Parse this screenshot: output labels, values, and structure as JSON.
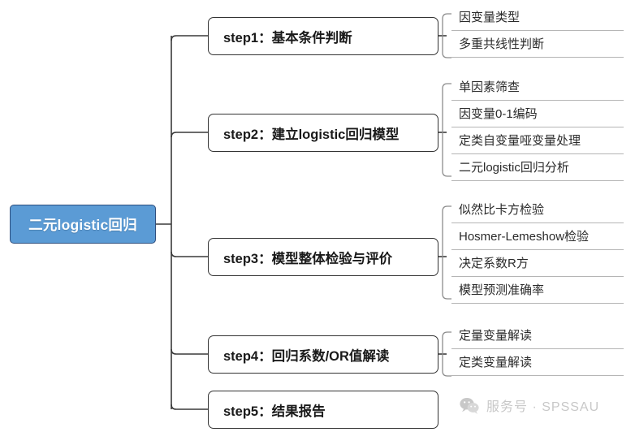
{
  "diagram": {
    "type": "mindmap",
    "title": "二元logistic回归",
    "root": {
      "label": "二元logistic回归",
      "fill_color": "#5B9BD5",
      "border_color": "#2E4E7E",
      "text_color": "#FFFFFF"
    },
    "branches": [
      {
        "label": "step1：基本条件判断",
        "leaves": [
          "因变量类型",
          "多重共线性判断"
        ]
      },
      {
        "label": "step2：建立logistic回归模型",
        "leaves": [
          "单因素筛查",
          "因变量0-1编码",
          "定类自变量哑变量处理",
          "二元logistic回归分析"
        ]
      },
      {
        "label": "step3：模型整体检验与评价",
        "leaves": [
          "似然比卡方检验",
          "Hosmer-Lemeshow检验",
          "决定系数R方",
          "模型预测准确率"
        ]
      },
      {
        "label": "step4：回归系数/OR值解读",
        "leaves": [
          "定量变量解读",
          "定类变量解读"
        ]
      },
      {
        "label": "step5：结果报告",
        "leaves": []
      }
    ]
  },
  "watermark": {
    "icon": "wechat-icon",
    "text": "服务号 · SPSSAU",
    "color": "#C8C8C8"
  }
}
